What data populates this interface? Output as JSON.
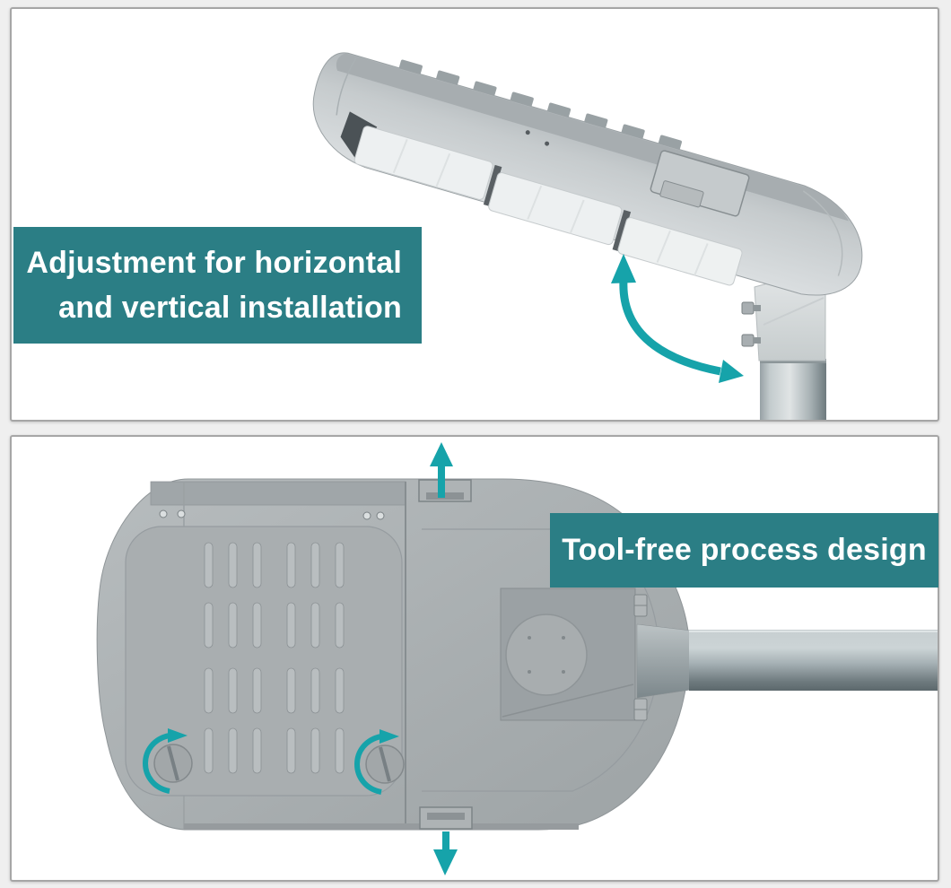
{
  "colors": {
    "page_background": "#efefef",
    "panel_background": "#ffffff",
    "panel_border": "#a6a6a6",
    "banner_teal": "#2b7e85",
    "banner_text": "#ffffff",
    "arrow_teal": "#16a3aa",
    "product_gray": "#b5babc",
    "pole_metal_dark": "#6e7a7e"
  },
  "top_panel": {
    "banner": {
      "line1": "Adjustment for horizontal",
      "line2": "and vertical installation"
    },
    "icons": [
      {
        "name": "tilt-adjustment-arc-arrow",
        "meaning": "rotation range of the lamp head on the pole"
      }
    ]
  },
  "bottom_panel": {
    "banner": {
      "line1": "Tool-free process design"
    },
    "icons": [
      {
        "name": "up-arrow",
        "meaning": "top latch clip opens upward"
      },
      {
        "name": "down-arrow",
        "meaning": "bottom latch clip opens downward"
      },
      {
        "name": "rotate-knob-arrow-left",
        "meaning": "left quarter-turn knob rotation"
      },
      {
        "name": "rotate-knob-arrow-right",
        "meaning": "right quarter-turn knob rotation"
      }
    ]
  }
}
